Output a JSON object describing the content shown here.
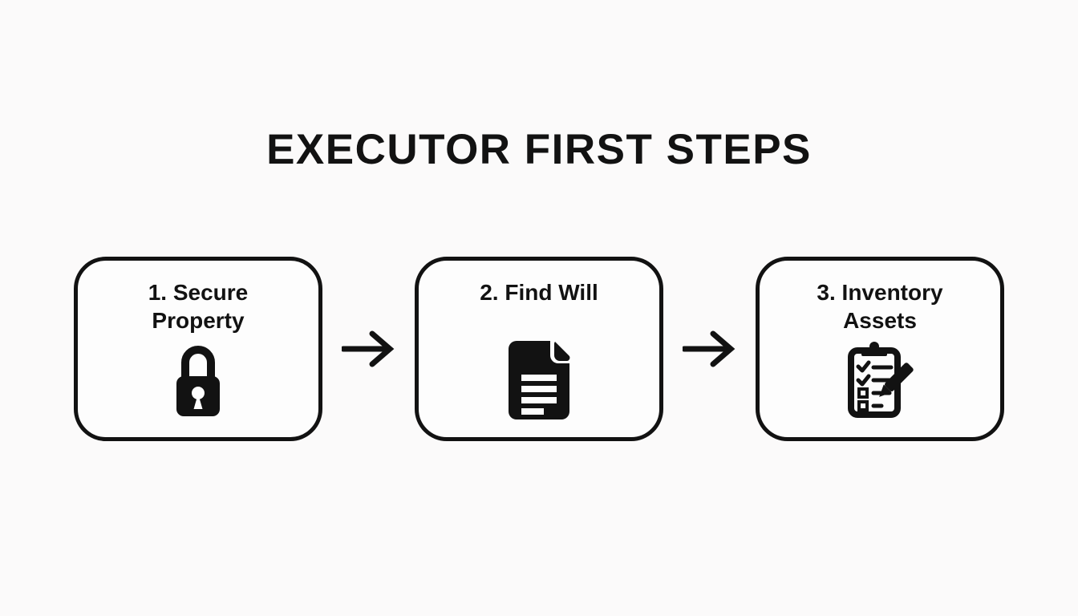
{
  "title": "EXECUTOR FIRST STEPS",
  "steps": [
    {
      "label": "1. Secure Property",
      "icon": "padlock-icon"
    },
    {
      "label": "2. Find Will",
      "icon": "document-icon"
    },
    {
      "label": "3. Inventory Assets",
      "icon": "clipboard-checklist-icon"
    }
  ],
  "arrow": {
    "glyph": "→",
    "count": 2
  },
  "colors": {
    "foreground": "#121212",
    "background": "#fbfafa",
    "box_fill": "#fdfdfd"
  }
}
